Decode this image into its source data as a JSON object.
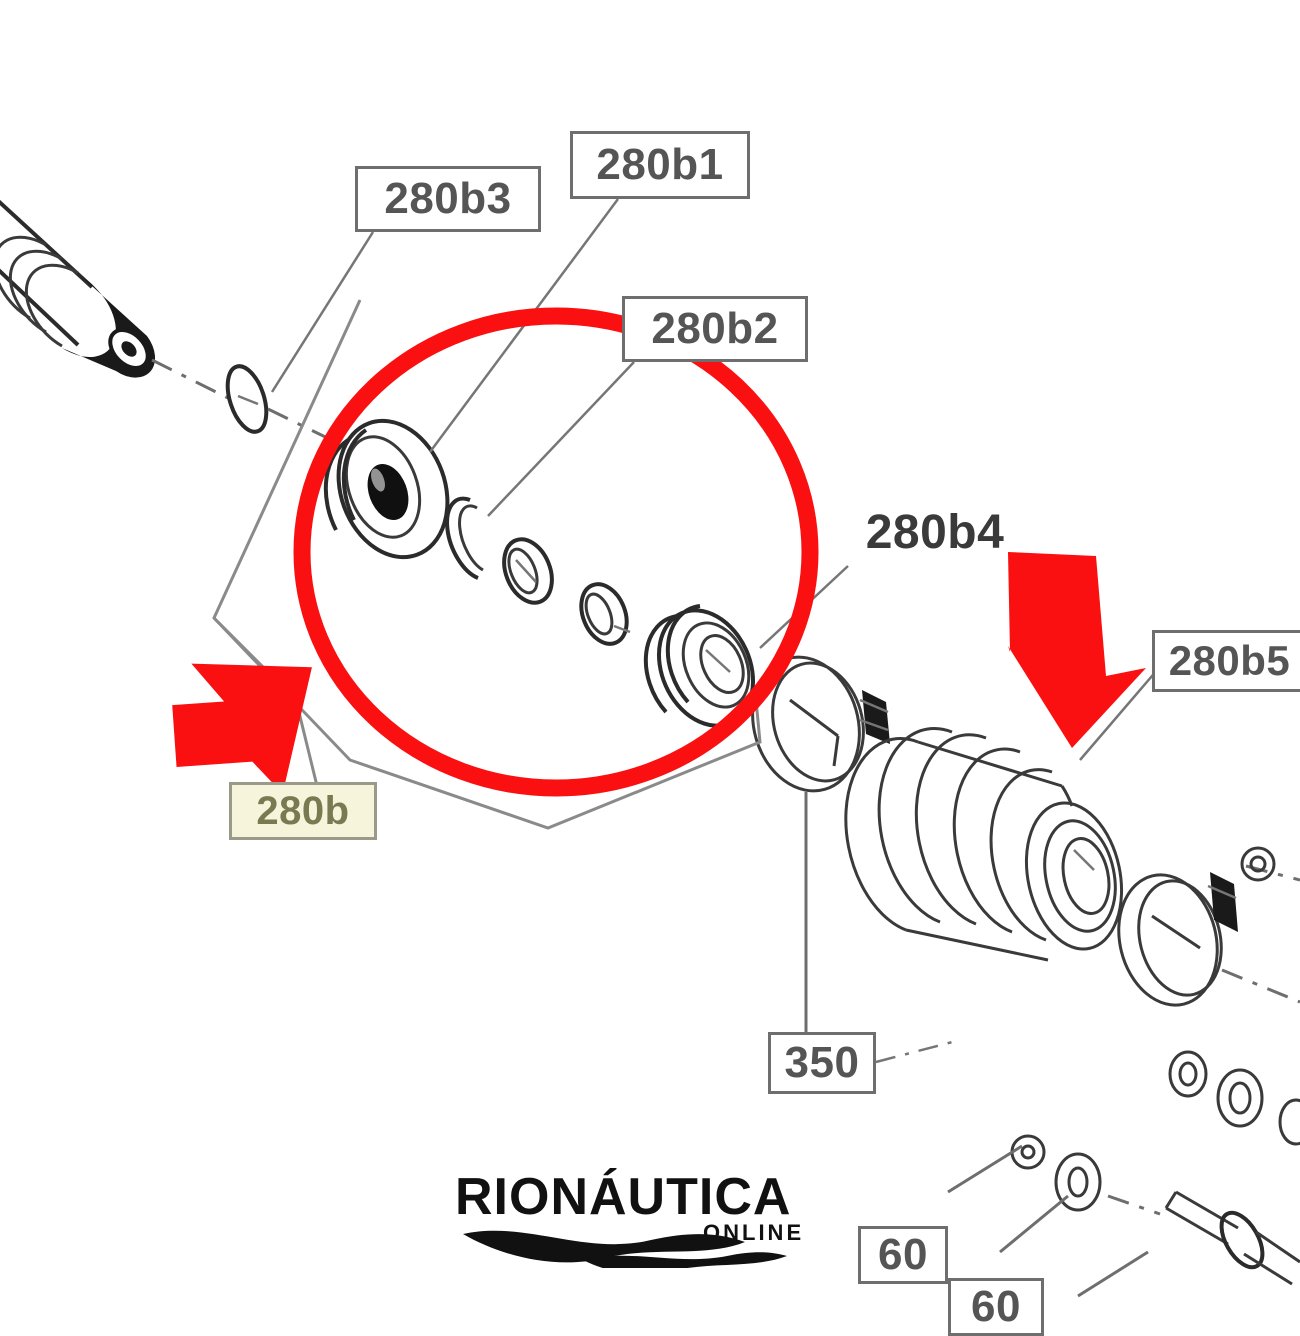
{
  "diagram": {
    "type": "exploded-parts-diagram",
    "subject": "marine drive bellows / seal assembly",
    "background_color": "#ffffff",
    "line_color": "#6e6e6e",
    "annotation_color": "#fa1010",
    "highlight_color": "#f6f5dc"
  },
  "labels": {
    "b3": {
      "text": "280b3"
    },
    "b1": {
      "text": "280b1"
    },
    "b2": {
      "text": "280b2"
    },
    "b4": {
      "text": "280b4"
    },
    "b5": {
      "text": "280b5"
    },
    "b": {
      "text": "280b"
    },
    "p350": {
      "text": "350"
    },
    "p60": {
      "text": "60"
    },
    "p60b": {
      "text": "60"
    }
  },
  "annotations": {
    "circle": {
      "shape": "ellipse",
      "color": "#fa1010",
      "encircles": "280b group"
    },
    "arrow_left": {
      "direction": "up-right",
      "color": "#fa1010",
      "points_to": "280b"
    },
    "arrow_right": {
      "direction": "down",
      "color": "#fa1010",
      "points_to": "280b5"
    }
  },
  "watermark": {
    "brand": "RIONÁUTICA",
    "sub": "ONLINE",
    "color": "#111111"
  }
}
